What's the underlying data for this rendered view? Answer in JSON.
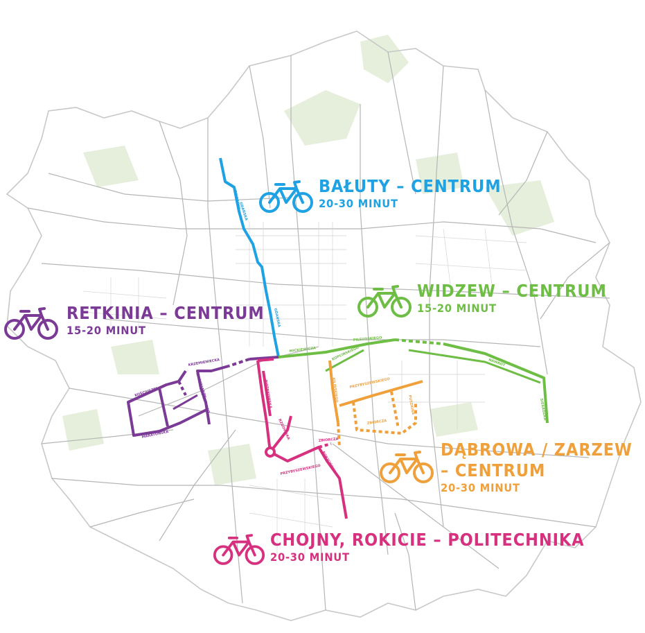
{
  "colors": {
    "baluty": "#1ea2e3",
    "widzew": "#6ebd45",
    "retkinia": "#7b3a96",
    "dabrowa": "#f0a03a",
    "chojny": "#d6307f",
    "city_boundary": "#c8c8c8",
    "roads": "#b5b5b5",
    "green_areas": "#e6efdc"
  },
  "icons": {
    "route_icon": "bicycle-icon"
  },
  "routes": {
    "baluty": {
      "title": "BAŁUTY – CENTRUM",
      "time": "20-30 MINUT"
    },
    "widzew": {
      "title": "WIDZEW – CENTRUM",
      "time": "15-20 MINUT"
    },
    "retkinia": {
      "title": "RETKINIA – CENTRUM",
      "time": "15-20 MINUT"
    },
    "dabrowa": {
      "title_line1": "DĄBROWA / ZARZEW",
      "title_line2": "– CENTRUM",
      "time": "20-30 MINUT"
    },
    "chojny": {
      "title": "CHOJNY, ROKICIE – POLITECHNIKA",
      "time": "20-30 MINUT"
    }
  },
  "street_labels": {
    "zgierska": "ZGIERSKA",
    "gdanska": "GDAŃSKA",
    "nawrot": "NAWROT",
    "mickiewicza": "MICKIEWICZA",
    "pilsudskiego": "PIŁSUDSKIEGO",
    "kopcinskiego": "KOPCIŃSKIEGO",
    "krzemieniecka": "KRZEMIENIECKA",
    "maratonska": "MARATOŃSKA",
    "wlokniarzy": "WŁÓKNIARZY",
    "sobieskiego": "SOBIESKIEGO",
    "kosciuszki": "KOŚCIUSZKI",
    "piotrkowska": "PIOTRKOWSKA",
    "rzgowska": "RZGOWSKA",
    "przybyszewskiego": "PRZYBYSZEWSKIEGO",
    "zbiorcza": "ZBIORCZA",
    "kilinskiego": "KILIŃSKIEGO",
    "puszkina": "PUSZKINA",
    "rokicinska": "ROKICIŃSKA",
    "sieradzka": "SIERADZKA"
  }
}
